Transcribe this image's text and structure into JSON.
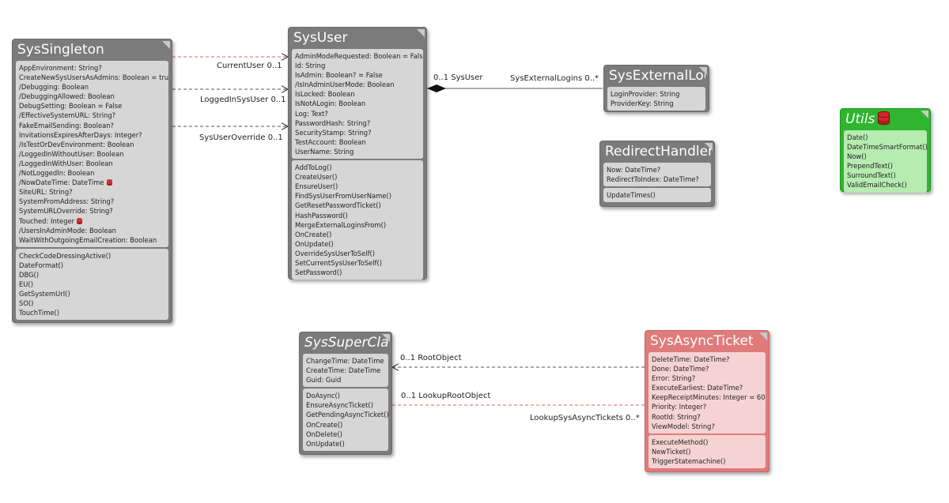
{
  "classes": {
    "sys_singleton": {
      "name": "SysSingleton",
      "attributes": [
        "AppEnvironment: String?",
        "CreateNewSysUsersAsAdmins: Boolean = true",
        "/Debugging: Boolean",
        "/DebuggingAllowed: Boolean",
        "DebugSetting: Boolean = False",
        "/EffectiveSystemURL: String?",
        "FakeEmailSending: Boolean?",
        "InvitationsExpiresAfterDays: Integer?",
        "/IsTestOrDevEnvironment: Boolean",
        "/LoggedInWithoutUser: Boolean",
        "/LoggedInWithUser: Boolean",
        "/NotLoggedIn: Boolean",
        "/NowDateTime: DateTime",
        "SiteURL: String?",
        "SystemFromAddress: String?",
        "SystemURLOverride: String?",
        "Touched: Integer",
        "/UsersInAdminMode: Boolean",
        "WaitWithOutgoingEmailCreation: Boolean"
      ],
      "methods": [
        "CheckCodeDressingActive()",
        "DateFormat()",
        "DBG()",
        "EU()",
        "GetSystemUrl()",
        "SO()",
        "TouchTime()"
      ]
    },
    "sys_user": {
      "name": "SysUser",
      "attributes": [
        "AdminModeRequested: Boolean = False",
        "Id: String",
        "IsAdmin: Boolean? = False",
        "/IsInAdminUserMode: Boolean",
        "IsLocked: Boolean",
        "IsNotALogin: Boolean",
        "Log: Text?",
        "PasswordHash: String?",
        "SecurityStamp: String?",
        "TestAccount: Boolean",
        "UserName: String"
      ],
      "methods": [
        "AddToLog()",
        "CreateUser()",
        "EnsureUser()",
        "FindSysUserFromUserName()",
        "GetResetPasswordTicket()",
        "HashPassword()",
        "MergeExternalLoginsFrom()",
        "OnCreate()",
        "OnUpdate()",
        "OverrideSysUserToSelf()",
        "SetCurrentSysUserToSelf()",
        "SetPassword()"
      ]
    },
    "sys_external_login": {
      "name": "SysExternalLogin",
      "attributes": [
        "LoginProvider: String",
        "ProviderKey: String"
      ]
    },
    "redirect_handler": {
      "name": "RedirectHandler",
      "attributes": [
        "Now: DateTime?",
        "RedirectToIndex: DateTime?"
      ],
      "methods": [
        "UpdateTimes()"
      ]
    },
    "utils": {
      "name": "Utils",
      "methods": [
        "Date()",
        "DateTimeSmartFormat()",
        "Now()",
        "PrependText()",
        "SurroundText()",
        "ValidEmailCheck()"
      ]
    },
    "sys_super_class": {
      "name": "SysSuperClass",
      "attributes": [
        "ChangeTime: DateTime",
        "CreateTime: DateTime",
        "Guid: Guid"
      ],
      "methods": [
        "DoAsync()",
        "EnsureAsyncTicket()",
        "GetPendingAsyncTicket()",
        "OnCreate()",
        "OnDelete()",
        "OnUpdate()"
      ]
    },
    "sys_async_ticket": {
      "name": "SysAsyncTicket",
      "attributes": [
        "DeleteTime: DateTime?",
        "Done: DateTime?",
        "Error: String?",
        "ExecuteEarliest: DateTime?",
        "KeepReceiptMinutes: Integer = 60",
        "Priority: Integer?",
        "RootId: String?",
        "ViewModel: String?"
      ],
      "methods": [
        "ExecuteMethod()",
        "NewTicket()",
        "TriggerStatemachine()"
      ]
    }
  },
  "associations": {
    "current_user": "CurrentUser 0..1",
    "logged_in_sys_user": "LoggedInSysUser 0..1",
    "sys_user_override": "SysUserOverride 0..1",
    "sys_user_end": "0..1 SysUser",
    "sys_external_logins": "SysExternalLogins 0..*",
    "root_object": "0..1 RootObject",
    "lookup_root_object": "0..1 LookupRootObject",
    "lookup_sys_async_tickets": "LookupSysAsyncTickets 0..*"
  },
  "colors": {
    "default_class": "#7b7b7b",
    "async_ticket_class": "#e07b7b",
    "utils_class": "#2fb52f",
    "association_red": "#e06666"
  }
}
